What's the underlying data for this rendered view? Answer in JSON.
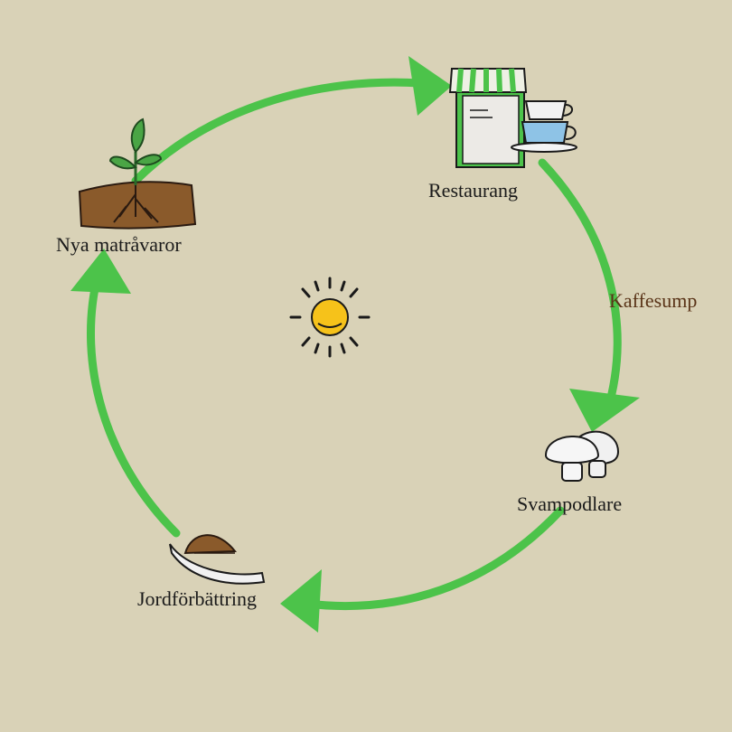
{
  "diagram": {
    "nodes": {
      "restaurant": {
        "label": "Restaurang",
        "icon": "restaurant-icon"
      },
      "mushroom": {
        "label": "Svampodlare",
        "icon": "mushroom-icon"
      },
      "soil": {
        "label": "Jordförbättring",
        "icon": "soil-hand-icon"
      },
      "food": {
        "label": "Nya matråvaror",
        "icon": "seedling-icon"
      }
    },
    "edge_labels": {
      "restaurant_to_mushroom": "Kaffesump"
    },
    "center_icon": "sun-icon",
    "colors": {
      "background": "#d9d2b7",
      "arrow": "#4cc34a",
      "soil": "#8a5a2b",
      "sun": "#f6c21a",
      "edge_label": "#5a3418"
    }
  }
}
